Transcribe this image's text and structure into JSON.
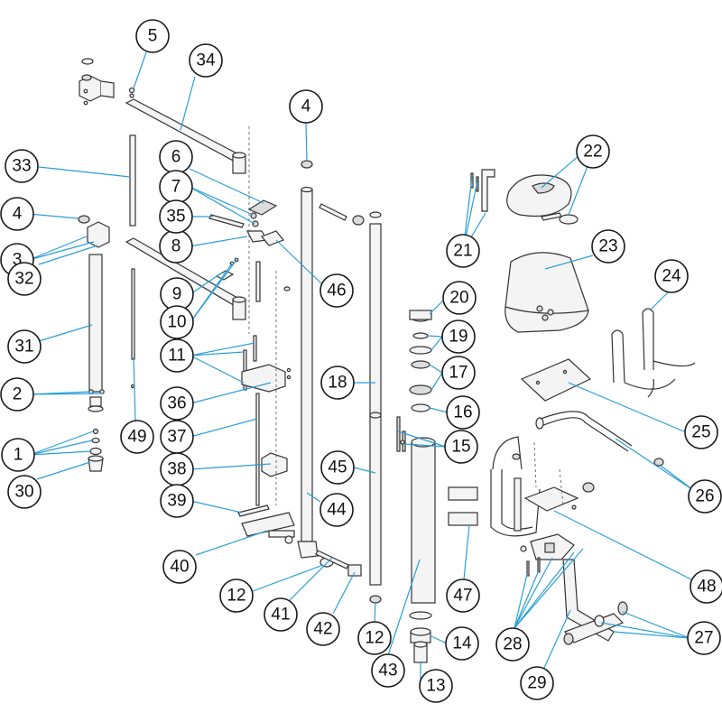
{
  "diagram": {
    "callouts": [
      {
        "label": "1"
      },
      {
        "label": "2"
      },
      {
        "label": "3"
      },
      {
        "label": "4"
      },
      {
        "label": "4"
      },
      {
        "label": "5"
      },
      {
        "label": "6"
      },
      {
        "label": "7"
      },
      {
        "label": "8"
      },
      {
        "label": "9"
      },
      {
        "label": "10"
      },
      {
        "label": "11"
      },
      {
        "label": "12"
      },
      {
        "label": "12"
      },
      {
        "label": "13"
      },
      {
        "label": "14"
      },
      {
        "label": "15"
      },
      {
        "label": "16"
      },
      {
        "label": "17"
      },
      {
        "label": "18"
      },
      {
        "label": "19"
      },
      {
        "label": "20"
      },
      {
        "label": "21"
      },
      {
        "label": "22"
      },
      {
        "label": "23"
      },
      {
        "label": "24"
      },
      {
        "label": "25"
      },
      {
        "label": "26"
      },
      {
        "label": "27"
      },
      {
        "label": "28"
      },
      {
        "label": "29"
      },
      {
        "label": "30"
      },
      {
        "label": "31"
      },
      {
        "label": "32"
      },
      {
        "label": "33"
      },
      {
        "label": "34"
      },
      {
        "label": "35"
      },
      {
        "label": "36"
      },
      {
        "label": "37"
      },
      {
        "label": "38"
      },
      {
        "label": "39"
      },
      {
        "label": "40"
      },
      {
        "label": "41"
      },
      {
        "label": "42"
      },
      {
        "label": "43"
      },
      {
        "label": "44"
      },
      {
        "label": "45"
      },
      {
        "label": "46"
      },
      {
        "label": "47"
      },
      {
        "label": "48"
      },
      {
        "label": "49"
      }
    ],
    "colors": {
      "leader": "#2a9fd6",
      "outline": "#333333",
      "callout_border": "#1a1a1a",
      "background": "#ffffff"
    }
  }
}
